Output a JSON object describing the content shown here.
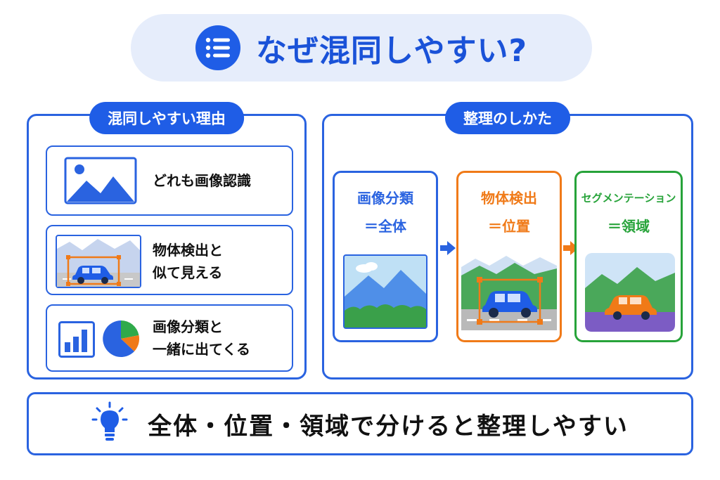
{
  "title": "なぜ混同しやすい?",
  "left_panel": {
    "label": "混同しやすい理由",
    "reasons": [
      {
        "text": "どれも画像認識"
      },
      {
        "text": "物体検出と\n似て見える"
      },
      {
        "text": "画像分類と\n一緒に出てくる"
      }
    ]
  },
  "right_panel": {
    "label": "整理のしかた",
    "steps": [
      {
        "line1": "画像分類",
        "line2": "＝全体",
        "color": "#2a63e0"
      },
      {
        "line1": "物体検出",
        "line2": "＝位置",
        "color": "#f07a18"
      },
      {
        "line1": "セグメンテーション",
        "line2": "＝領域",
        "color": "#27a33a"
      }
    ]
  },
  "conclusion": "全体・位置・領域で分けると整理しやすい",
  "colors": {
    "primary": "#1f5de6",
    "orange": "#f07a18",
    "green": "#27a33a",
    "title_bg": "#e6edfb"
  },
  "icons": [
    "list-icon",
    "image-icon",
    "bounding-box-car-icon",
    "bar-chart-icon",
    "pie-chart-icon",
    "landscape-icon",
    "detection-car-icon",
    "segmentation-car-icon",
    "arrow-right-icon",
    "lightbulb-icon"
  ]
}
